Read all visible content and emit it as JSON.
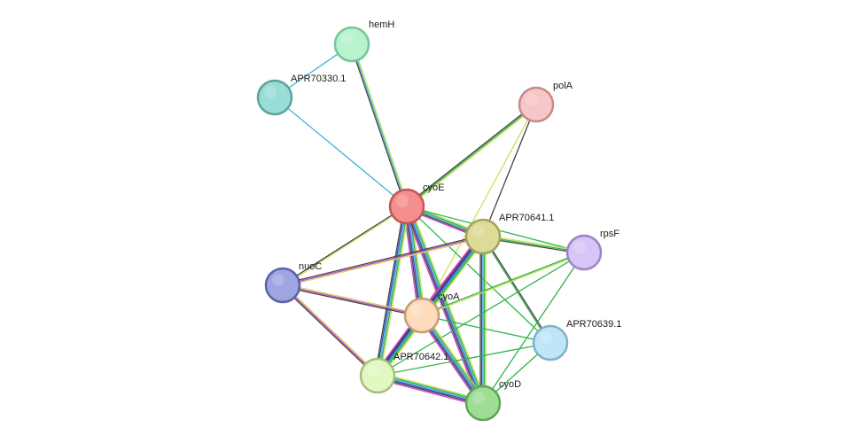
{
  "network": {
    "nodes": [
      {
        "id": "hemH",
        "label": "hemH",
        "fill": "#b8f2cf",
        "stroke": "#77c596"
      },
      {
        "id": "APR70330.1",
        "label": "APR70330.1",
        "fill": "#99ddd6",
        "stroke": "#5aa39b"
      },
      {
        "id": "polA",
        "label": "polA",
        "fill": "#f7c6c6",
        "stroke": "#c88a8a"
      },
      {
        "id": "cyoE",
        "label": "cyoE",
        "fill": "#f58e8e",
        "stroke": "#c55454"
      },
      {
        "id": "APR70641.1",
        "label": "APR70641.1",
        "fill": "#dcdb98",
        "stroke": "#a3a35e"
      },
      {
        "id": "rpsF",
        "label": "rpsF",
        "fill": "#d7c5f5",
        "stroke": "#9b83cc"
      },
      {
        "id": "nuoC",
        "label": "nuoC",
        "fill": "#9ea5e0",
        "stroke": "#5a61a8"
      },
      {
        "id": "cyoA",
        "label": "cyoA",
        "fill": "#fcdcbc",
        "stroke": "#c59c74"
      },
      {
        "id": "APR70639.1",
        "label": "APR70639.1",
        "fill": "#bfe6f8",
        "stroke": "#82b0c7"
      },
      {
        "id": "APR70642.1",
        "label": "APR70642.1",
        "fill": "#e2f7c2",
        "stroke": "#a3c27c"
      },
      {
        "id": "cyoD",
        "label": "cyoD",
        "fill": "#9edd94",
        "stroke": "#5fa557"
      }
    ],
    "edges": [
      {
        "source": "hemH",
        "target": "APR70330.1",
        "colors": [
          "#3cb4d4"
        ]
      },
      {
        "source": "hemH",
        "target": "cyoE",
        "colors": [
          "#cfe05a",
          "#3cb4d4",
          "#444444"
        ]
      },
      {
        "source": "APR70330.1",
        "target": "cyoE",
        "colors": [
          "#3cb4d4"
        ]
      },
      {
        "source": "polA",
        "target": "cyoE",
        "colors": [
          "#cfe05a",
          "#30b54a",
          "#444444"
        ]
      },
      {
        "source": "polA",
        "target": "APR70641.1",
        "colors": [
          "#444444"
        ]
      },
      {
        "source": "polA",
        "target": "cyoA",
        "colors": [
          "#cfe05a"
        ]
      },
      {
        "source": "cyoE",
        "target": "APR70641.1",
        "colors": [
          "#cfe05a",
          "#30b54a",
          "#3cb4d4",
          "#444444",
          "#c844c8"
        ]
      },
      {
        "source": "cyoE",
        "target": "rpsF",
        "colors": [
          "#30b54a"
        ]
      },
      {
        "source": "cyoE",
        "target": "nuoC",
        "colors": [
          "#cfe05a",
          "#444444"
        ]
      },
      {
        "source": "cyoE",
        "target": "cyoA",
        "colors": [
          "#cfe05a",
          "#30b54a",
          "#3cb4d4",
          "#4444cc",
          "#444444",
          "#c844c8"
        ]
      },
      {
        "source": "cyoE",
        "target": "APR70642.1",
        "colors": [
          "#cfe05a",
          "#30b54a",
          "#3cb4d4",
          "#4444cc",
          "#444444"
        ]
      },
      {
        "source": "cyoE",
        "target": "cyoD",
        "colors": [
          "#cfe05a",
          "#30b54a",
          "#3cb4d4",
          "#4444cc",
          "#444444",
          "#c844c8"
        ]
      },
      {
        "source": "cyoE",
        "target": "APR70639.1",
        "colors": [
          "#30b54a"
        ]
      },
      {
        "source": "APR70641.1",
        "target": "rpsF",
        "colors": [
          "#cfe05a",
          "#30b54a",
          "#444444"
        ]
      },
      {
        "source": "APR70641.1",
        "target": "nuoC",
        "colors": [
          "#cfe05a",
          "#c844c8",
          "#444444"
        ]
      },
      {
        "source": "APR70641.1",
        "target": "cyoA",
        "colors": [
          "#cfe05a",
          "#30b54a",
          "#3cb4d4",
          "#4444cc",
          "#444444",
          "#c844c8"
        ]
      },
      {
        "source": "APR70641.1",
        "target": "APR70642.1",
        "colors": [
          "#cfe05a",
          "#30b54a",
          "#3cb4d4",
          "#4444cc",
          "#444444",
          "#c844c8"
        ]
      },
      {
        "source": "APR70641.1",
        "target": "cyoD",
        "colors": [
          "#cfe05a",
          "#30b54a",
          "#3cb4d4",
          "#4444cc",
          "#444444"
        ]
      },
      {
        "source": "APR70641.1",
        "target": "APR70639.1",
        "colors": [
          "#444444",
          "#30b54a"
        ]
      },
      {
        "source": "rpsF",
        "target": "cyoA",
        "colors": [
          "#cfe05a",
          "#30b54a"
        ]
      },
      {
        "source": "rpsF",
        "target": "APR70642.1",
        "colors": [
          "#30b54a"
        ]
      },
      {
        "source": "rpsF",
        "target": "cyoD",
        "colors": [
          "#30b54a"
        ]
      },
      {
        "source": "nuoC",
        "target": "cyoA",
        "colors": [
          "#cfe05a",
          "#c844c8",
          "#444444"
        ]
      },
      {
        "source": "nuoC",
        "target": "APR70642.1",
        "colors": [
          "#cfe05a",
          "#c844c8",
          "#444444"
        ]
      },
      {
        "source": "cyoA",
        "target": "APR70642.1",
        "colors": [
          "#cfe05a",
          "#30b54a",
          "#3cb4d4",
          "#4444cc",
          "#444444",
          "#c844c8"
        ]
      },
      {
        "source": "cyoA",
        "target": "cyoD",
        "colors": [
          "#cfe05a",
          "#30b54a",
          "#3cb4d4",
          "#4444cc",
          "#444444",
          "#c844c8"
        ]
      },
      {
        "source": "cyoA",
        "target": "APR70639.1",
        "colors": [
          "#30b54a"
        ]
      },
      {
        "source": "APR70642.1",
        "target": "cyoD",
        "colors": [
          "#cfe05a",
          "#30b54a",
          "#3cb4d4",
          "#4444cc",
          "#444444",
          "#c844c8"
        ]
      },
      {
        "source": "APR70642.1",
        "target": "APR70639.1",
        "colors": [
          "#30b54a"
        ]
      },
      {
        "source": "cyoD",
        "target": "APR70639.1",
        "colors": [
          "#30b54a"
        ]
      }
    ]
  }
}
